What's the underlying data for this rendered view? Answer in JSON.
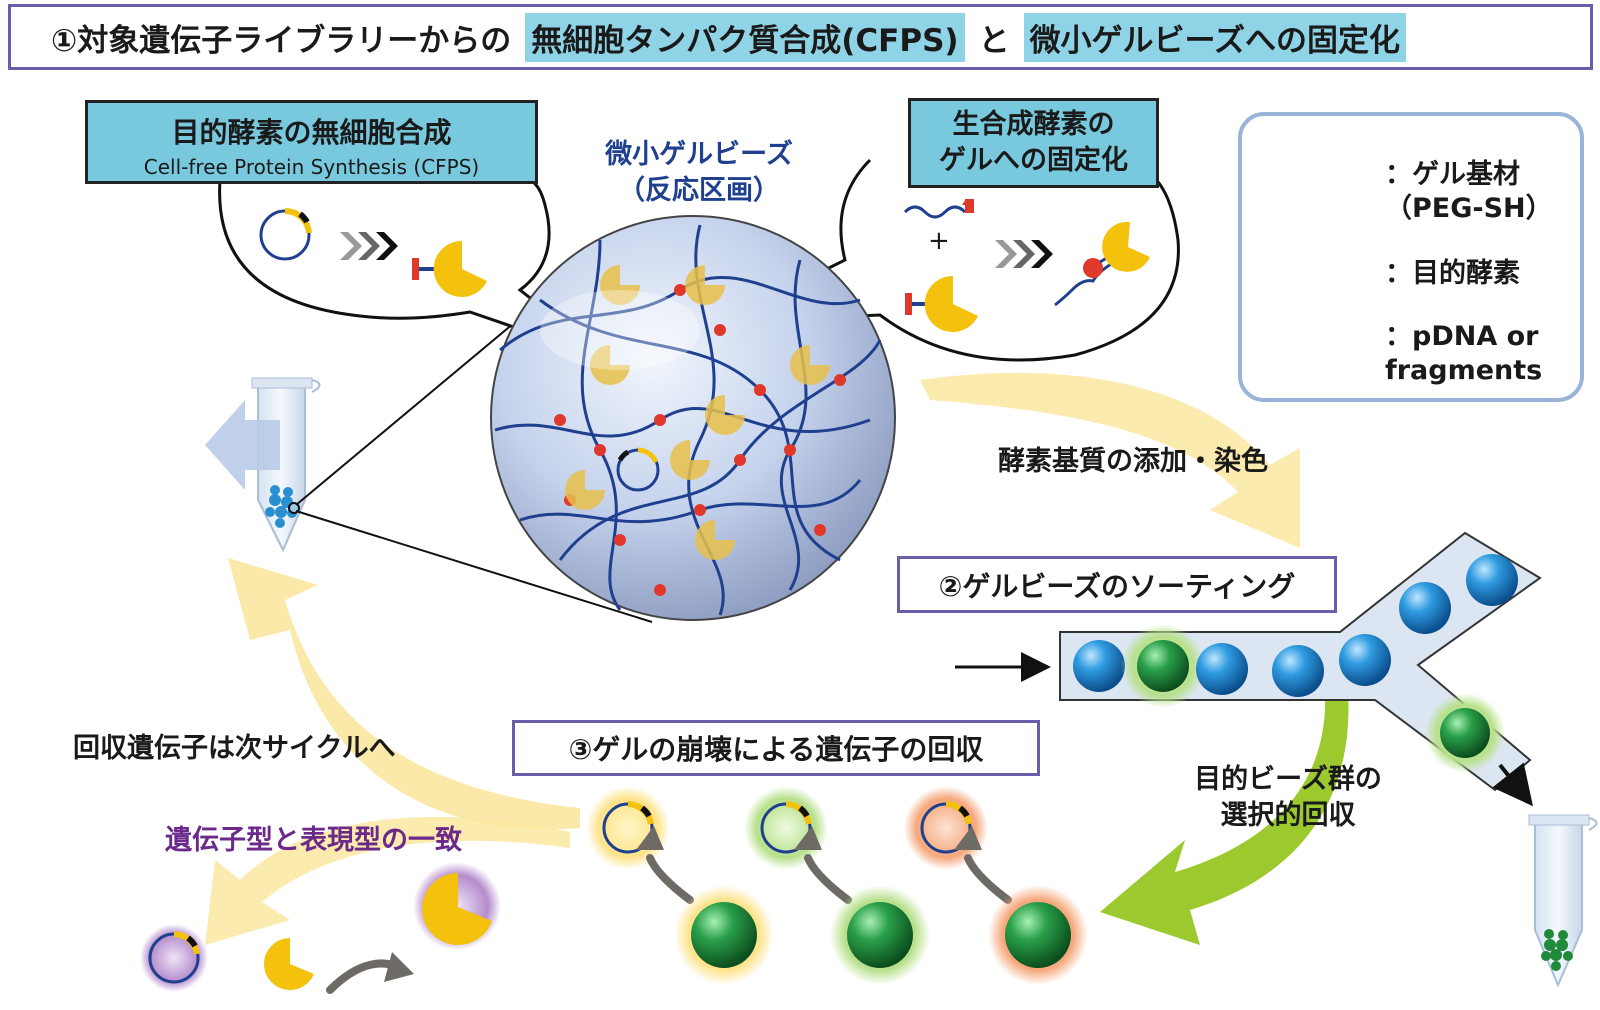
{
  "title": {
    "prefix": "①対象遺伝子ライブラリーからの",
    "highlight1": "無細胞タンパク質合成(CFPS)",
    "connector": "と",
    "highlight2": "微小ゲルビーズへの固定化"
  },
  "cfps_box": {
    "line1": "目的酵素の無細胞合成",
    "line2": "Cell-free Protein Synthesis (CFPS)"
  },
  "bead_label": {
    "line1": "微小ゲルビーズ",
    "line2": "（反応区画）"
  },
  "immob_box": {
    "line1": "生合成酵素の",
    "line2": "ゲルへの固定化"
  },
  "plus_sign": "+",
  "legend": {
    "gel": {
      "line1": "：ゲル基材",
      "line2": "（PEG-SH）"
    },
    "enzyme": "：目的酵素",
    "dna": {
      "line1": "：pDNA or",
      "line2": "fragments"
    }
  },
  "stain_label": "酵素基質の添加・染色",
  "sorting_box": "②ゲルビーズのソーティング",
  "recovery_box": "③ゲルの崩壊による遺伝子の回収",
  "next_cycle": "回収遺伝子は次サイクルへ",
  "genotype_match": "遺伝子型と表現型の一致",
  "selective": {
    "line1": "目的ビーズ群の",
    "line2": "選択的回収"
  },
  "colors": {
    "frame": "#6a5ea8",
    "cyan": "#78c9de",
    "gel_blue": "#1f3f8f",
    "link_red": "#e0392b",
    "enzyme_yellow": "#f4c20d",
    "bead_blue": "#2a8fd0",
    "bead_green": "#1f8a3a",
    "arrow_yellow": "#f8e38a",
    "arrow_green": "#9cc92e",
    "purple_text": "#6b2a8a"
  }
}
